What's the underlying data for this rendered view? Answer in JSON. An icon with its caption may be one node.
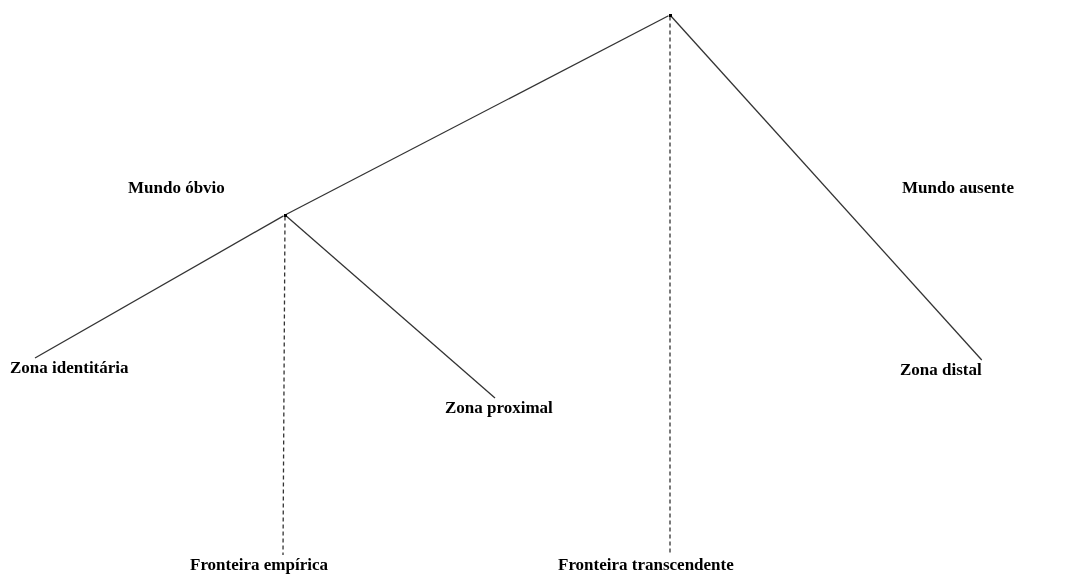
{
  "diagram": {
    "nodes": [
      {
        "text": [],
        "shape": "point"
      },
      {
        "text": [],
        "shape": "point",
        "beside": [
          "Mundo óbvio"
        ]
      },
      {
        "text": [
          "Zona identitária"
        ]
      },
      {
        "text": [
          "Zona proximal"
        ]
      },
      {
        "text": [
          "Zona distal"
        ]
      },
      {
        "text": [
          "Fronteira empírica"
        ]
      },
      {
        "text": [
          "Fronteira transcendente"
        ]
      }
    ],
    "edges": [
      {
        "from": 0,
        "to": 1,
        "arrow": "none"
      },
      {
        "from": 1,
        "to": 2,
        "arrow": "none"
      },
      {
        "from": 1,
        "to": 3,
        "arrow": "none"
      },
      {
        "from": 1,
        "to": 5,
        "arrow": "none",
        "style": "dashed"
      },
      {
        "from": 0,
        "to": 4,
        "arrow": "none"
      },
      {
        "from": 0,
        "to": 6,
        "arrow": "none",
        "style": "dashed"
      }
    ],
    "labels": [
      "Mundo ausente"
    ]
  }
}
